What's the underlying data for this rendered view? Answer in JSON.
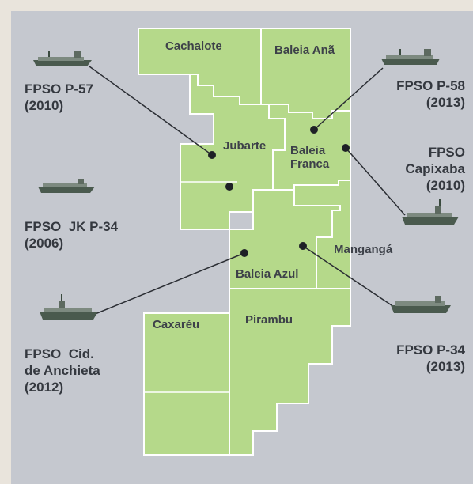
{
  "fields": [
    {
      "id": "cachalote",
      "name": "Cachalote"
    },
    {
      "id": "baleia-ana",
      "name": "Baleia Anã"
    },
    {
      "id": "jubarte",
      "name": "Jubarte"
    },
    {
      "id": "baleia-franca",
      "name": "Baleia Franca"
    },
    {
      "id": "mangangá",
      "name": "Mangangá"
    },
    {
      "id": "baleia-azul",
      "name": "Baleia Azul"
    },
    {
      "id": "caxareu",
      "name": "Caxaréu"
    },
    {
      "id": "pirambu",
      "name": "Pirambu"
    }
  ],
  "fpsos": [
    {
      "id": "p57",
      "name": "FPSO P-57",
      "year": "(2010)"
    },
    {
      "id": "p58",
      "name": "FPSO P-58",
      "year": "(2013)"
    },
    {
      "id": "capixaba",
      "name_line1": "FPSO",
      "name_line2": "Capixaba",
      "year": "(2010)"
    },
    {
      "id": "jk-p34",
      "name": "FPSO  JK P-34",
      "year": "(2006)"
    },
    {
      "id": "p34",
      "name": "FPSO P-34",
      "year": "(2013)"
    },
    {
      "id": "anchieta",
      "name_line1": "FPSO  Cid.",
      "name_line2": "de Anchieta",
      "year": "(2012)"
    }
  ],
  "colors": {
    "field_fill": "#b5d98a",
    "field_border": "#ffffff",
    "background": "#c5c8cf",
    "line": "#2a2d33",
    "marker": "#1e2126"
  }
}
